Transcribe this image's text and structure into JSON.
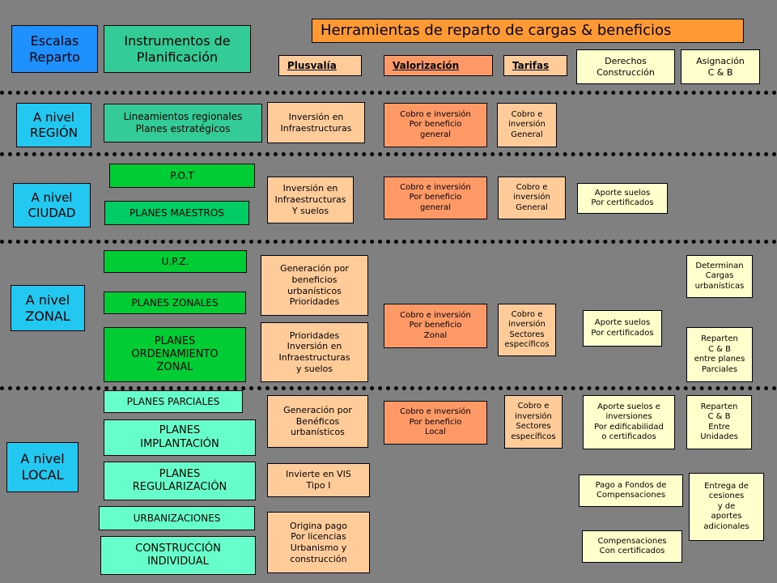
{
  "header": {
    "scales": "Escalas\nReparto",
    "instruments": "Instrumentos de\nPlanificación",
    "title": "Herramientas de reparto de cargas & beneficios",
    "col_plusvalia": "Plusvalía",
    "col_valorizacion": "Valorización",
    "col_tarifas": "Tarifas",
    "col_derechos": "Derechos\nConstrucción",
    "col_asignacion": "Asignación\nC & B"
  },
  "region": {
    "level": "A nivel\nREGIÓN",
    "instrument": "Lineamientos regionales\nPlanes estratégicos",
    "plusvalia": "Inversión en\nInfraestructuras",
    "valorizacion": "Cobro e inversión\nPor beneficio\ngeneral",
    "tarifas": "Cobro e\ninversión\nGeneral"
  },
  "ciudad": {
    "level": "A nivel\nCIUDAD",
    "pot": "P.O.T",
    "planes_maestros": "PLANES MAESTROS",
    "plusvalia": "Inversión en\nInfraestructuras\nY suelos",
    "valorizacion": "Cobro e inversión\nPor beneficio\ngeneral",
    "tarifas": "Cobro e\ninversión\nGeneral",
    "derechos": "Aporte suelos\nPor certificados"
  },
  "zonal": {
    "level": "A nivel\nZONAL",
    "upz": "U.P.Z.",
    "planes_zonales": "PLANES ZONALES",
    "planes_ordenamiento": "PLANES\nORDENAMIENTO\nZONAL",
    "plusvalia_1": "Generación por\nbeneficios\nurbanísticos\nPrioridades",
    "plusvalia_2": "Prioridades\nInversión en\nInfraestructuras\ny suelos",
    "valorizacion": "Cobro e inversión\nPor beneficio\nZonal",
    "tarifas": "Cobro e\ninversión\nSectores\nespecíficos",
    "derechos": "Aporte suelos\nPor certificados",
    "asignacion_1": "Determinan\nCargas\nurbanísticas",
    "asignacion_2": "Reparten\nC & B\nentre planes\nParciales"
  },
  "local": {
    "level": "A nivel\nLOCAL",
    "planes_parciales": "PLANES PARCIALES",
    "planes_implantacion": "PLANES\nIMPLANTACIÓN",
    "planes_regularizacion": "PLANES\nREGULARIZACIÓN",
    "urbanizaciones": "URBANIZACIONES",
    "construccion": "CONSTRUCCIÓN\nINDIVIDUAL",
    "plusvalia_1": "Generación por\nBenéficos\nurbanísticos",
    "plusvalia_2": "Invierte en VIS\nTipo I",
    "plusvalia_3": "Origina pago\nPor licencias\nUrbanismo y\nconstrucción",
    "valorizacion": "Cobro e inversión\nPor beneficio\nLocal",
    "tarifas": "Cobro e\ninversión\nSectores\nespecíficos",
    "derechos_1": "Aporte suelos e\ninversiones\nPor edificabilidad\no certificados",
    "derechos_2": "Pago a Fondos de\nCompensaciones",
    "derechos_3": "Compensaciones\nCon certificados",
    "asignacion_1": "Reparten\nC & B\nEntre\nUnidades",
    "asignacion_2": "Entrega de\ncesiones\ny de\naportes\nadicionales"
  },
  "colors": {
    "background": "#808080",
    "scale_blue": "#1e90ff",
    "level_cyan": "#22c8f0",
    "instrument_teal": "#33cc99",
    "plan_green": "#00cc33",
    "local_mint": "#66ffcc",
    "plusvalia_peach": "#ffcc99",
    "valorizacion_salmon": "#ff9966",
    "asignacion_yellow": "#ffffcc",
    "title_orange": "#ff9933"
  }
}
